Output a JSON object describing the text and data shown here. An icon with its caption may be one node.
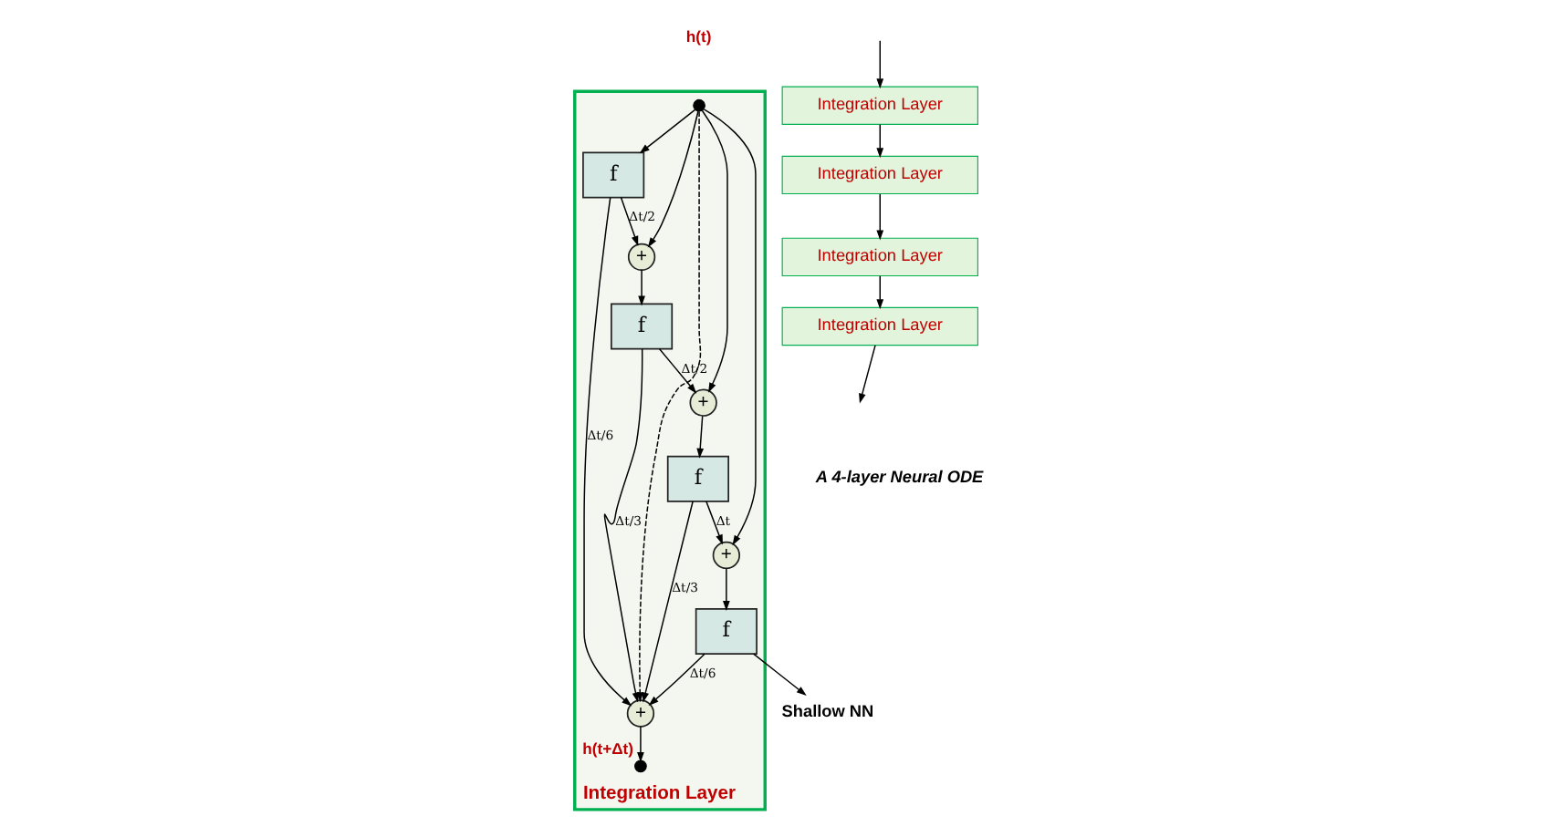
{
  "diagram": {
    "nodes": [
      {
        "text": [
          "Integration Layer"
        ]
      },
      {
        "text": [],
        "shape": "circle",
        "in": 0,
        "beside": [
          "h(t)"
        ]
      },
      {
        "text": [
          "f"
        ],
        "in": 0
      },
      {
        "text": [
          "+"
        ],
        "in": 0
      },
      {
        "text": [
          "f"
        ],
        "in": 0
      },
      {
        "text": [
          "+"
        ],
        "in": 0
      },
      {
        "text": [
          "f"
        ],
        "in": 0
      },
      {
        "text": [
          "+"
        ],
        "in": 0
      },
      {
        "text": [
          "f"
        ],
        "in": 0
      },
      {
        "text": [
          "+"
        ],
        "in": 0
      },
      {
        "text": [],
        "shape": "circle",
        "in": 0,
        "beside": [
          "h(t+Δt)"
        ]
      },
      {
        "text": [
          "Shallow NN"
        ]
      },
      {
        "text": [
          "Integration Layer"
        ]
      },
      {
        "text": [
          "Integration Layer"
        ]
      },
      {
        "text": [
          "Integration Layer"
        ]
      },
      {
        "text": [
          "Integration Layer"
        ]
      }
    ],
    "edges": [
      {
        "from": 1,
        "to": 2,
        "arrow": "to"
      },
      {
        "from": 1,
        "to": 3,
        "arrow": "to"
      },
      {
        "from": 1,
        "to": 5,
        "arrow": "to"
      },
      {
        "from": 1,
        "to": 7,
        "arrow": "to"
      },
      {
        "from": 1,
        "to": 9,
        "arrow": "to",
        "style": "dashed"
      },
      {
        "from": 2,
        "to": 3,
        "label": "Δt/2",
        "arrow": "to"
      },
      {
        "from": 2,
        "to": 9,
        "label": "Δt/6",
        "arrow": "to"
      },
      {
        "from": 3,
        "to": 4,
        "arrow": "to"
      },
      {
        "from": 4,
        "to": 5,
        "label": "Δt/2",
        "arrow": "to"
      },
      {
        "from": 4,
        "to": 9,
        "label": "Δt/3",
        "arrow": "to"
      },
      {
        "from": 5,
        "to": 6,
        "arrow": "to"
      },
      {
        "from": 6,
        "to": 7,
        "label": "Δt",
        "arrow": "to"
      },
      {
        "from": 6,
        "to": 9,
        "label": "Δt/3",
        "arrow": "to"
      },
      {
        "from": 7,
        "to": 8,
        "arrow": "to"
      },
      {
        "from": 8,
        "to": 9,
        "label": "Δt/6",
        "arrow": "to"
      },
      {
        "from": 8,
        "to": 11,
        "arrow": "to"
      },
      {
        "from": 9,
        "to": 10,
        "arrow": "to"
      },
      {
        "from": null,
        "to": 12,
        "arrow": "to"
      },
      {
        "from": 12,
        "to": 13,
        "arrow": "to"
      },
      {
        "from": 13,
        "to": 14,
        "arrow": "to"
      },
      {
        "from": 14,
        "to": 15,
        "arrow": "to"
      },
      {
        "from": 15,
        "to": null,
        "arrow": "to"
      }
    ],
    "labels": [
      "A 4-layer Neural ODE"
    ]
  }
}
